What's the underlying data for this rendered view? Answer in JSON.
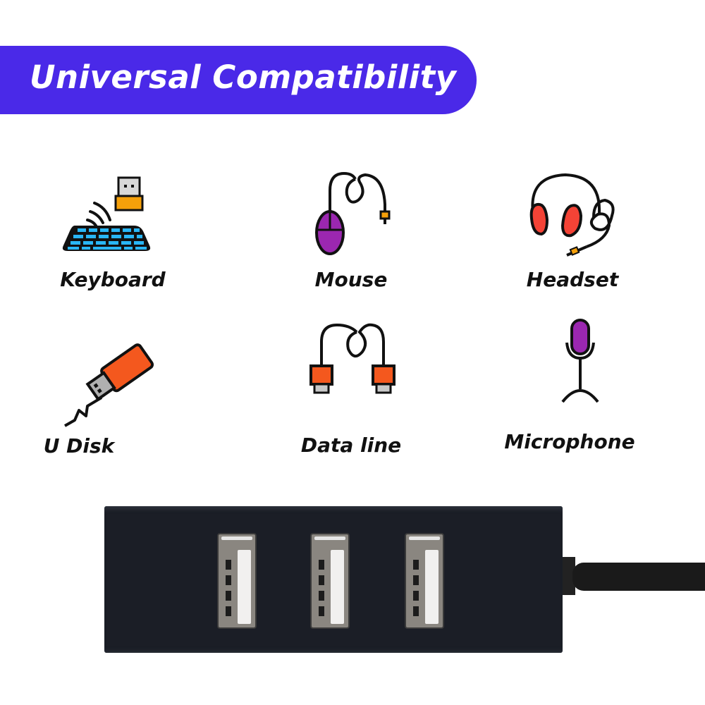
{
  "banner": {
    "title": "Universal Compatibility",
    "color": "#4a29e8"
  },
  "devices": [
    {
      "label": "Keyboard",
      "icon": "wireless-keyboard-icon",
      "accent": "#29b6f6"
    },
    {
      "label": "Mouse",
      "icon": "mouse-icon",
      "accent": "#9b27b0"
    },
    {
      "label": "Headset",
      "icon": "headset-icon",
      "accent": "#f44336"
    },
    {
      "label": "U Disk",
      "icon": "usb-flash-drive-icon",
      "accent": "#f4581e"
    },
    {
      "label": "Data line",
      "icon": "usb-cable-icon",
      "accent": "#f4581e"
    },
    {
      "label": "Microphone",
      "icon": "microphone-icon",
      "accent": "#9b27b0"
    }
  ],
  "product": {
    "name": "usb-hub",
    "port_count": 3,
    "color": "#1b1e26"
  }
}
